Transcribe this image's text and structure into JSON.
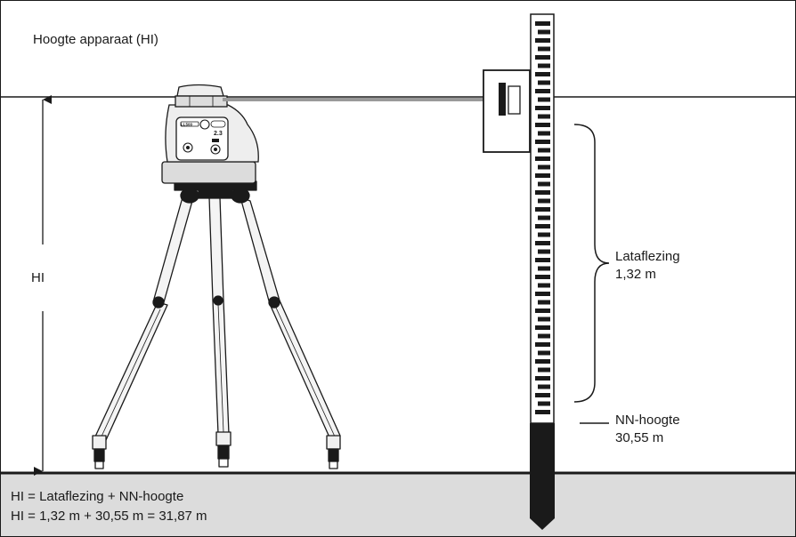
{
  "labels": {
    "instrument_height": "Hoogte apparaat (HI)",
    "hi_marker": "HI",
    "staff_reading_title": "Lataflezing",
    "staff_reading_value": "1,32 m",
    "benchmark_title": "NN-hoogte",
    "benchmark_value": "30,55 m"
  },
  "formula": {
    "line1": "HI = Lataflezing + NN-hoogte",
    "line2": "HI = 1,32 m + 30,55 m = 31,87 m"
  },
  "device": {
    "brand": "LL500",
    "display": "2.3"
  },
  "colors": {
    "line": "#1a1a1a",
    "ground": "#dcdcdc",
    "laser_beam": "#9a9a9a",
    "instrument_body": "#eeeeee"
  }
}
